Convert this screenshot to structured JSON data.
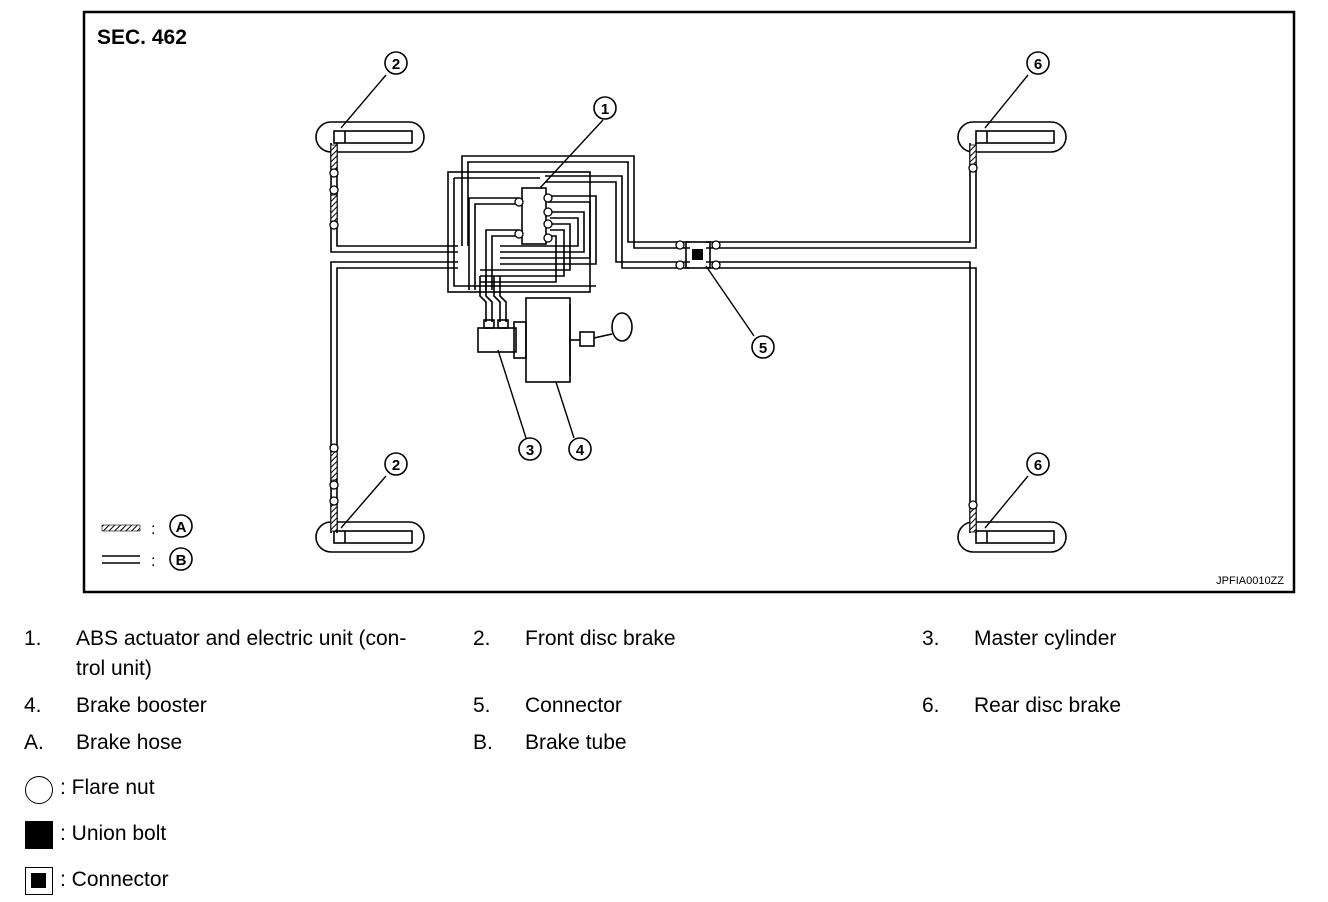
{
  "diagram": {
    "section_label": "SEC. 462",
    "image_code": "JPFIA0010ZZ",
    "callouts": {
      "c1": "1",
      "c2": "2",
      "c3": "3",
      "c4": "4",
      "c5": "5",
      "c6": "6"
    },
    "legend_inner": {
      "a_key": "A",
      "a_sep": ":",
      "b_key": "B",
      "b_sep": ":"
    }
  },
  "parts": [
    {
      "num": "1.",
      "text_line1": "ABS actuator and electric unit (con-",
      "text_line2": "trol unit)"
    },
    {
      "num": "2.",
      "text_line1": "Front disc brake"
    },
    {
      "num": "3.",
      "text_line1": "Master cylinder"
    },
    {
      "num": "4.",
      "text_line1": "Brake booster"
    },
    {
      "num": "5.",
      "text_line1": "Connector"
    },
    {
      "num": "6.",
      "text_line1": "Rear disc brake"
    },
    {
      "num": "A.",
      "text_line1": "Brake hose"
    },
    {
      "num": "B.",
      "text_line1": "Brake tube"
    }
  ],
  "symbols": [
    {
      "icon": "flare-nut-circle-icon",
      "text": ": Flare nut"
    },
    {
      "icon": "union-bolt-square-icon",
      "text": ": Union bolt"
    },
    {
      "icon": "connector-square-icon",
      "text": ": Connector"
    }
  ]
}
